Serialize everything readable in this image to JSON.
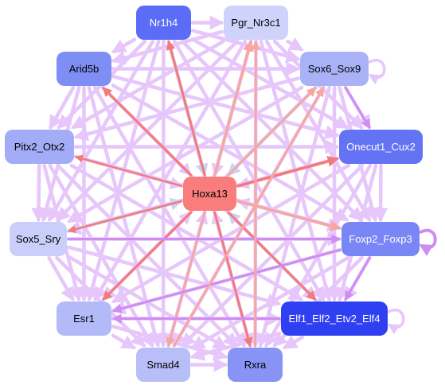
{
  "network": {
    "center_node": "Hoxa13",
    "nodes": [
      {
        "id": "Nr1h4",
        "label": "Nr1h4",
        "fill": "#5b6df6",
        "text_color": "#ffffff"
      },
      {
        "id": "Pgr_Nr3c1",
        "label": "Pgr_Nr3c1",
        "fill": "#cfd3fb",
        "text_color": "#000000"
      },
      {
        "id": "Arid5b",
        "label": "Arid5b",
        "fill": "#7f8ef4",
        "text_color": "#000000"
      },
      {
        "id": "Sox6_Sox9",
        "label": "Sox6_Sox9",
        "fill": "#a9b2f7",
        "text_color": "#000000"
      },
      {
        "id": "Pitx2_Otx2",
        "label": "Pitx2_Otx2",
        "fill": "#a3adf7",
        "text_color": "#000000"
      },
      {
        "id": "Onecut1_Cux2",
        "label": "Onecut1_Cux2",
        "fill": "#6472f4",
        "text_color": "#ffffff"
      },
      {
        "id": "Hoxa13",
        "label": "Hoxa13",
        "fill": "#fa7d7d",
        "text_color": "#000000"
      },
      {
        "id": "Sox5_Sry",
        "label": "Sox5_Sry",
        "fill": "#c9cefb",
        "text_color": "#000000"
      },
      {
        "id": "Foxp2_Foxp3",
        "label": "Foxp2_Foxp3",
        "fill": "#7986f5",
        "text_color": "#ffffff"
      },
      {
        "id": "Esr1",
        "label": "Esr1",
        "fill": "#b2baf7",
        "text_color": "#000000"
      },
      {
        "id": "Elf1_Elf2_Etv2_Elf4",
        "label": "Elf1_Elf2_Etv2_Elf4",
        "fill": "#2f3ff2",
        "text_color": "#ffffff"
      },
      {
        "id": "Smad4",
        "label": "Smad4",
        "fill": "#b8bff8",
        "text_color": "#000000"
      },
      {
        "id": "Rxra",
        "label": "Rxra",
        "fill": "#8894f5",
        "text_color": "#000000"
      }
    ],
    "edge_colors": {
      "default": "#e6c6fb",
      "strong": "#cf8cf2",
      "activating": "#f47a7a",
      "light_activating": "#f6a7a3",
      "weak": "#c9d3f4"
    }
  }
}
